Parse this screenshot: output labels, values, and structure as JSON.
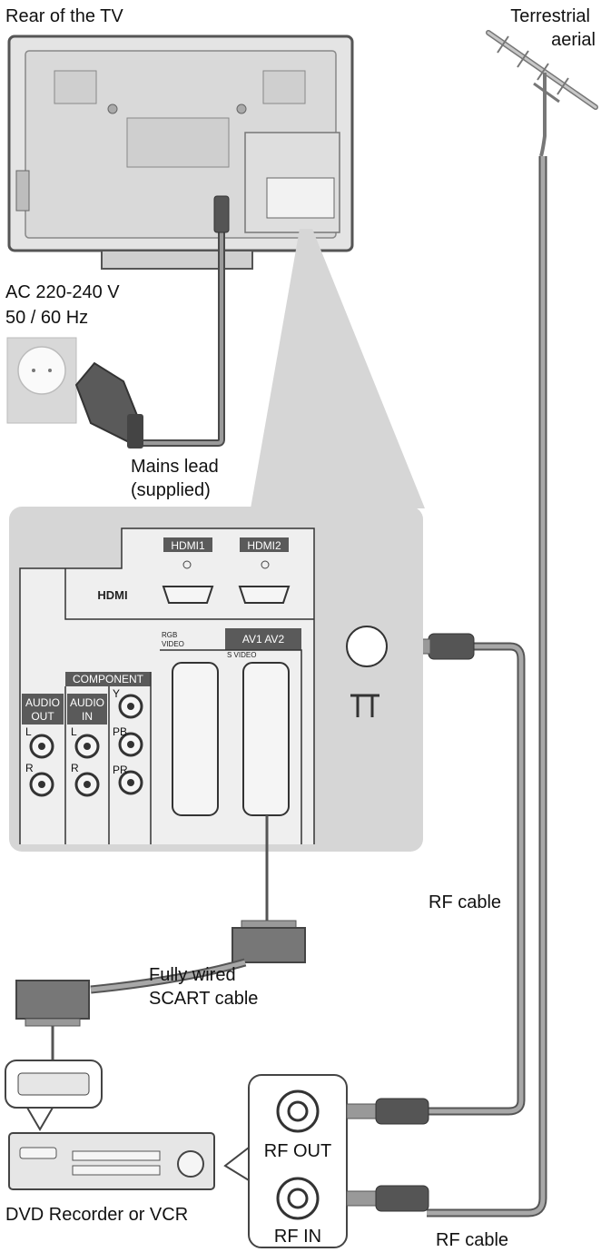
{
  "labels": {
    "rear_tv": "Rear of the TV",
    "aerial_1": "Terrestrial",
    "aerial_2": "aerial",
    "ac_1": "AC 220-240 V",
    "ac_2": "50 / 60 Hz",
    "mains_1": "Mains lead",
    "mains_2": "(supplied)",
    "rf_cable_1": "RF cable",
    "rf_cable_2": "RF cable",
    "scart_1": "Fully wired",
    "scart_2": "SCART cable",
    "dvd": "DVD Recorder or VCR",
    "rf_out": "RF OUT",
    "rf_in": "RF IN"
  },
  "panel": {
    "hdmi1": "HDMI1",
    "hdmi2": "HDMI2",
    "hdmi_logo": "HDMI",
    "av1_av2": "AV1 AV2",
    "component": "COMPONENT",
    "audio_out_1": "AUDIO",
    "audio_out_2": "OUT",
    "audio_in_1": "AUDIO",
    "audio_in_2": "IN",
    "ch_l": "L",
    "ch_r": "R",
    "comp_y": "Y",
    "comp_pb": "PB",
    "comp_pr": "PR",
    "rgb": "RGB",
    "video": "VIDEO",
    "svideo": "S VIDEO"
  },
  "colors": {
    "cable": "#7a7a7a",
    "panel_bg": "#d6d6d6",
    "tag_bg": "#5a5a5a",
    "device_bg": "#e6e6e6"
  }
}
